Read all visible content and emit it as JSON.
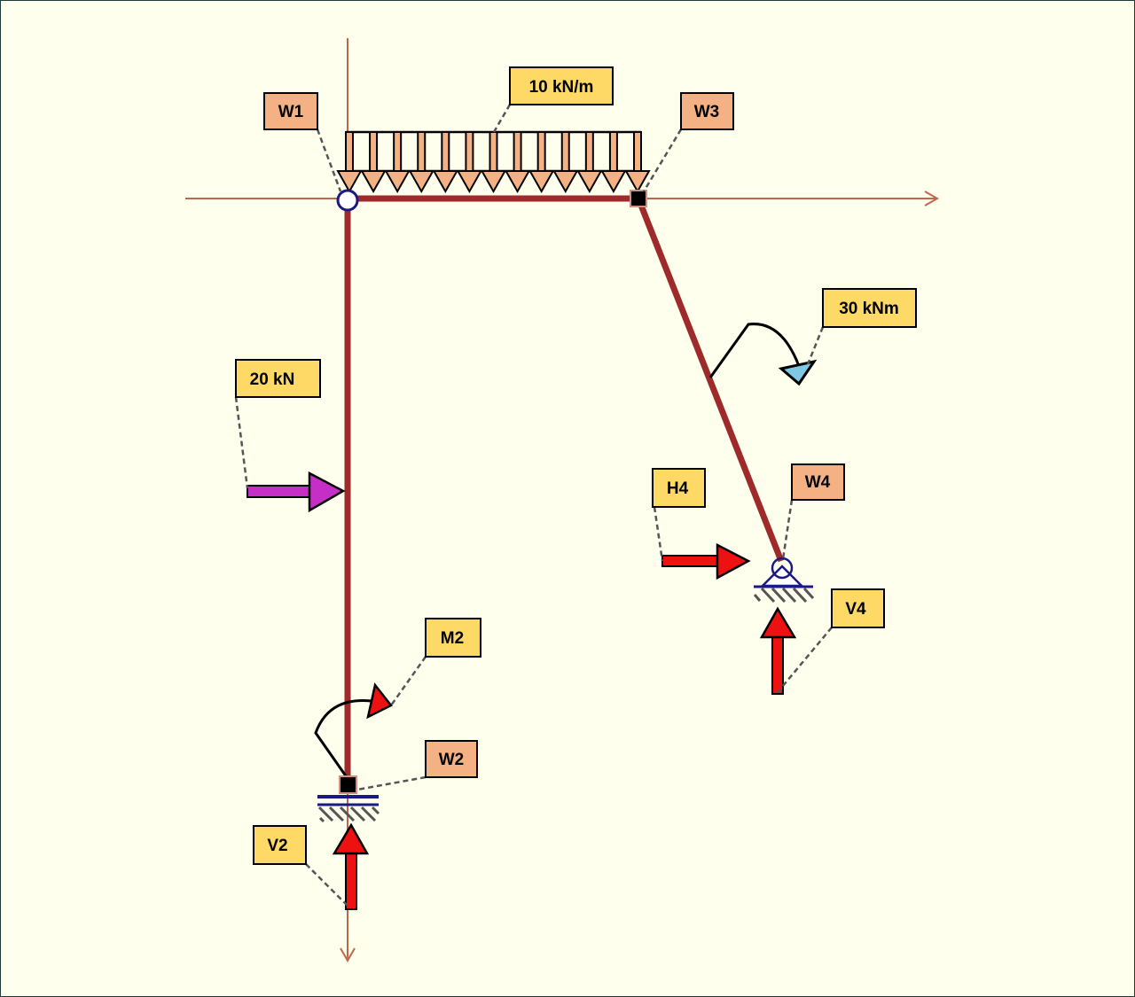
{
  "colors": {
    "background": "#FFFFEE",
    "member": "#9E2A2B",
    "axis": "#C0674A",
    "node_label_fill": "#F4B183",
    "load_label_fill": "#FFD966",
    "reaction": "#EE1111",
    "applied_force": "#C62FC6",
    "applied_moment_head": "#7EC8E3",
    "distributed_load": "#F4B183",
    "support": "#1A1A80"
  },
  "labels": {
    "w1": "W1",
    "w2": "W2",
    "w3": "W3",
    "w4": "W4",
    "distributed_load": "10 kN/m",
    "moment_load": "30 kNm",
    "point_load": "20 kN",
    "h4": "H4",
    "v4": "V4",
    "m2": "M2",
    "v2": "V2"
  },
  "distributed_load_arrow_count": 13
}
